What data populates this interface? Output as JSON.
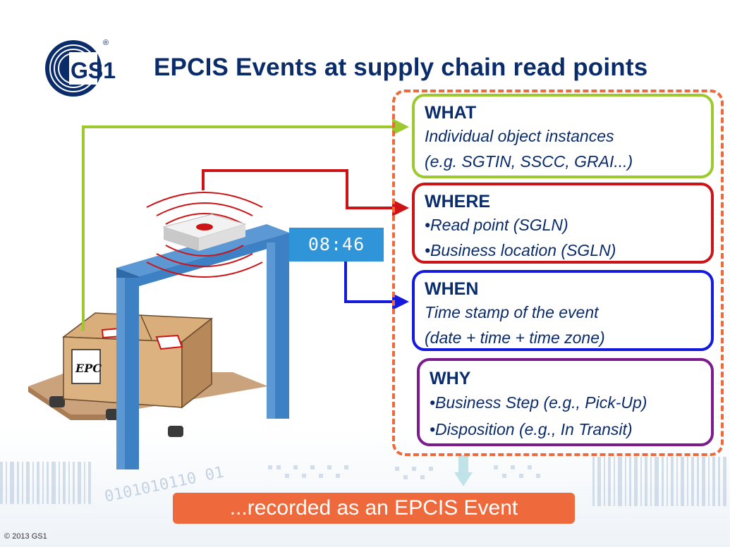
{
  "title": "EPCIS Events at supply chain read points",
  "logo": {
    "text": "GS1",
    "mark": "®"
  },
  "clock": {
    "time": "08:46"
  },
  "epc_label": "EPC",
  "dimensions": [
    {
      "head": "WHAT",
      "lines": [
        "Individual object instances",
        "(e.g. SGTIN, SSCC, GRAI...)"
      ],
      "color": "#9cc92d"
    },
    {
      "head": "WHERE",
      "lines": [
        "•Read point (SGLN)",
        "•Business location (SGLN)"
      ],
      "color": "#cc1417"
    },
    {
      "head": "WHEN",
      "lines": [
        "Time stamp of the event",
        "(date + time + time zone)"
      ],
      "color": "#1419e0"
    },
    {
      "head": "WHY",
      "lines": [
        "•Business Step (e.g., Pick-Up)",
        "•Disposition (e.g., In Transit)"
      ],
      "color": "#7b1b8c"
    }
  ],
  "recorded": "...recorded as an EPCIS Event",
  "background_binary": "0101010110 01",
  "copyright": "© 2013 GS1",
  "colors": {
    "title": "#0a2c6b",
    "dash_frame": "#ee6a3c",
    "gate": "#3d80c4",
    "box": "#c8955f",
    "clock_bg": "#2f95d8"
  }
}
